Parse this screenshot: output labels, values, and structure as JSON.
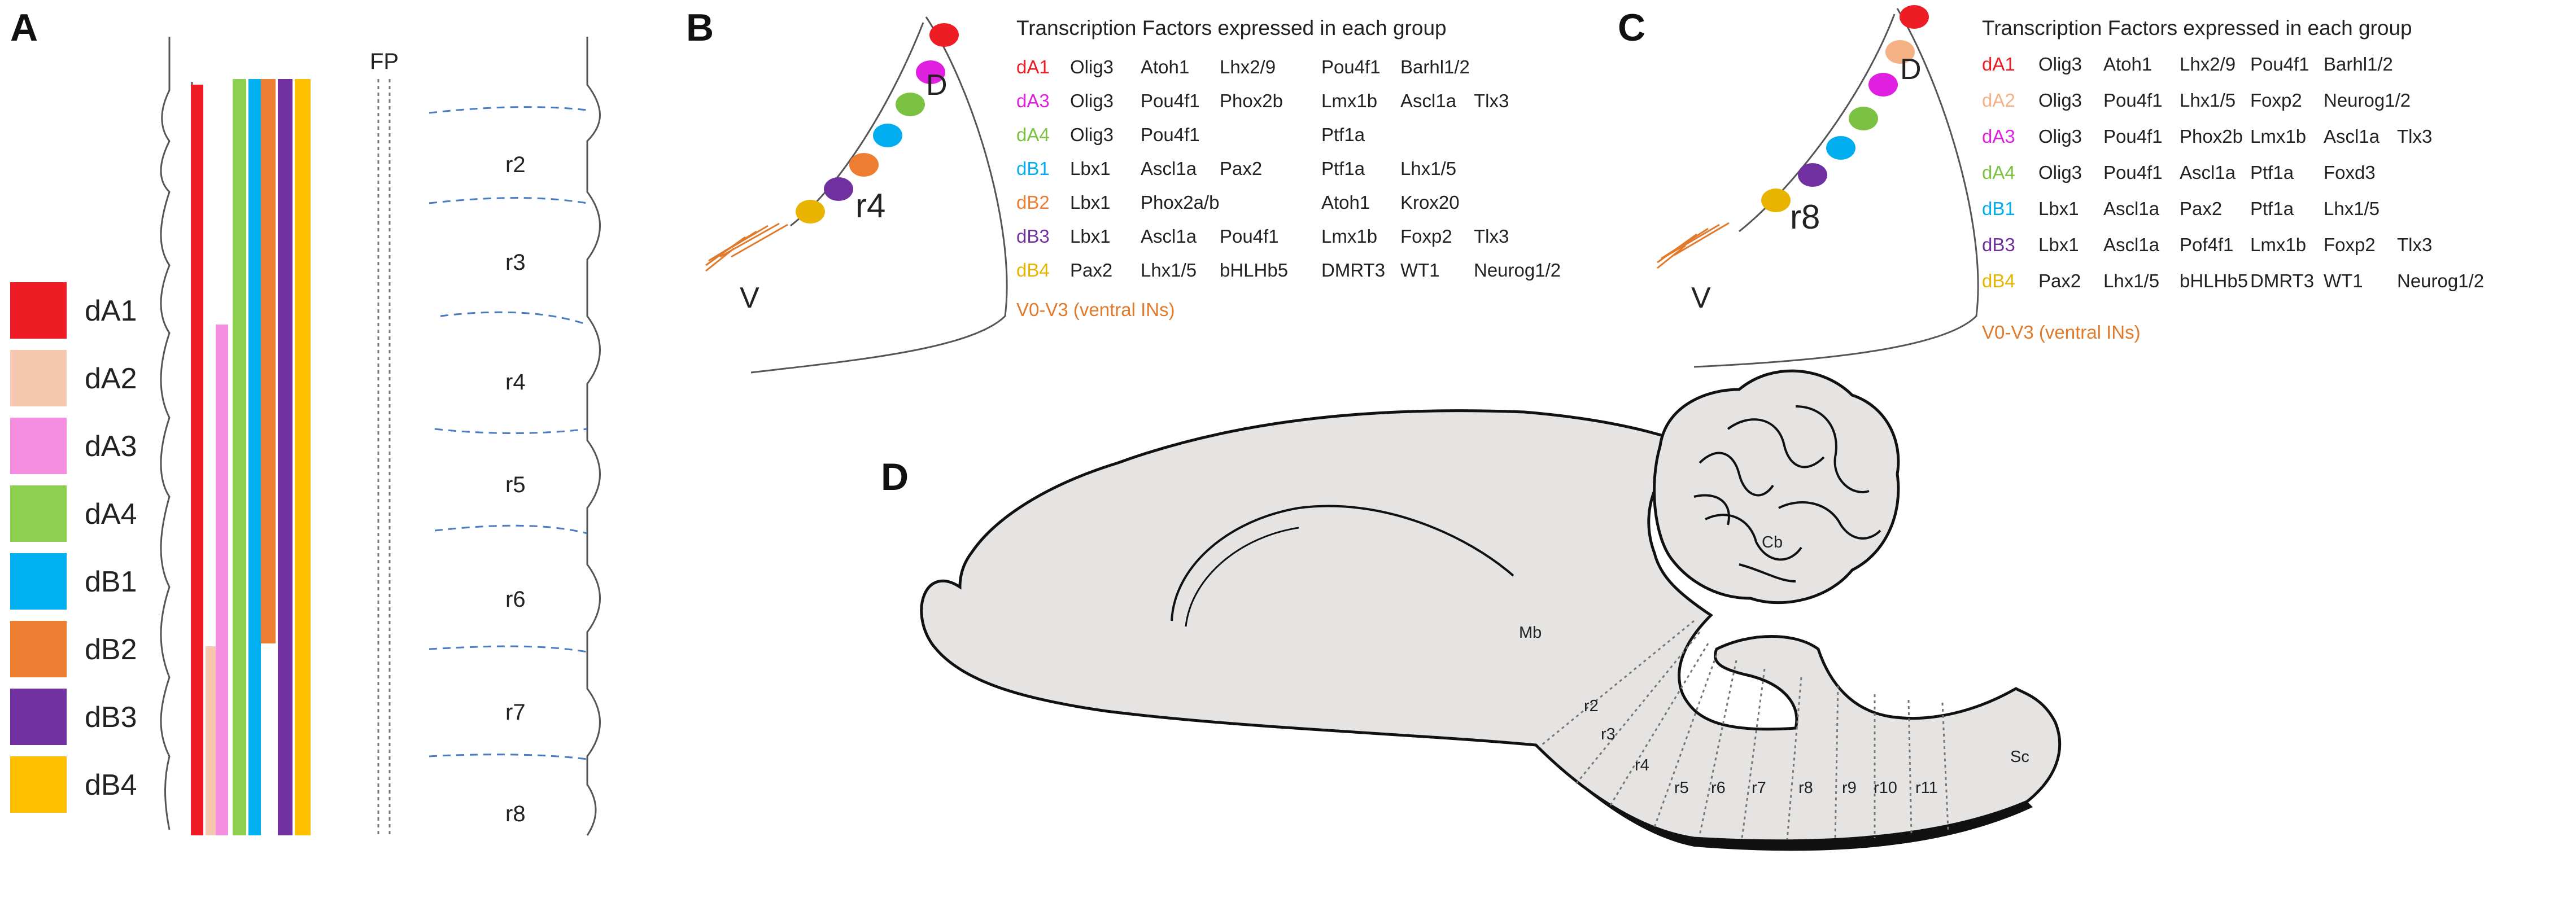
{
  "panels": {
    "A": {
      "letter": "A",
      "fp_label": "FP",
      "legend": [
        {
          "label": "dA1",
          "color": "#ee1c24"
        },
        {
          "label": "dA2",
          "color": "#f7c8b0"
        },
        {
          "label": "dA3",
          "color": "#f58ee0"
        },
        {
          "label": "dA4",
          "color": "#8dd04f"
        },
        {
          "label": "dB1",
          "color": "#00b0f0"
        },
        {
          "label": "dB2",
          "color": "#ed7d31"
        },
        {
          "label": "dB3",
          "color": "#7030a0"
        },
        {
          "label": "dB4",
          "color": "#ffc000"
        }
      ],
      "rhombomeres": [
        "r2",
        "r3",
        "r4",
        "r5",
        "r6",
        "r7",
        "r8"
      ]
    },
    "B": {
      "letter": "B",
      "section": "r4",
      "dorsal": "D",
      "ventral": "V",
      "heading": "Transcription Factors expressed in each group",
      "rows": [
        {
          "group": "dA1",
          "color": "#ee1c24",
          "tfs": [
            "Olig3",
            "Atoh1",
            "Lhx2/9",
            "Pou4f1",
            "Barhl1/2"
          ]
        },
        {
          "group": "dA3",
          "color": "#e020e0",
          "tfs": [
            "Olig3",
            "Pou4f1",
            "Phox2b",
            "Lmx1b",
            "Ascl1a",
            "Tlx3"
          ]
        },
        {
          "group": "dA4",
          "color": "#7cc242",
          "tfs": [
            "Olig3",
            "Pou4f1",
            "",
            "Ptf1a"
          ]
        },
        {
          "group": "dB1",
          "color": "#00aeef",
          "tfs": [
            "Lbx1",
            "Ascl1a",
            "Pax2",
            "Ptf1a",
            "Lhx1/5"
          ]
        },
        {
          "group": "dB2",
          "color": "#ed7d31",
          "tfs": [
            "Lbx1",
            "Phox2a/b",
            "",
            "Atoh1",
            "Krox20"
          ]
        },
        {
          "group": "dB3",
          "color": "#7030a0",
          "tfs": [
            "Lbx1",
            "Ascl1a",
            "Pou4f1",
            "Lmx1b",
            "Foxp2",
            "Tlx3"
          ]
        },
        {
          "group": "dB4",
          "color": "#e8b400",
          "tfs": [
            "Pax2",
            "Lhx1/5",
            "bHLHb5",
            "DMRT3",
            "WT1",
            "Neurog1/2"
          ]
        }
      ],
      "ventral_ins": "V0-V3 (ventral INs)"
    },
    "C": {
      "letter": "C",
      "section": "r8",
      "dorsal": "D",
      "ventral": "V",
      "heading": "Transcription Factors expressed in each group",
      "rows": [
        {
          "group": "dA1",
          "color": "#ee1c24",
          "tfs": [
            "Olig3",
            "Atoh1",
            "Lhx2/9",
            "Pou4f1",
            "Barhl1/2"
          ]
        },
        {
          "group": "dA2",
          "color": "#f4b183",
          "tfs": [
            "Olig3",
            "Pou4f1",
            "Lhx1/5",
            "Foxp2",
            "Neurog1/2"
          ]
        },
        {
          "group": "dA3",
          "color": "#e020e0",
          "tfs": [
            "Olig3",
            "Pou4f1",
            "Phox2b",
            "Lmx1b",
            "Ascl1a",
            "Tlx3"
          ]
        },
        {
          "group": "dA4",
          "color": "#7cc242",
          "tfs": [
            "Olig3",
            "Pou4f1",
            "Ascl1a",
            "Ptf1a",
            "Foxd3"
          ]
        },
        {
          "group": "dB1",
          "color": "#00aeef",
          "tfs": [
            "Lbx1",
            "Ascl1a",
            "Pax2",
            "Ptf1a",
            "Lhx1/5"
          ]
        },
        {
          "group": "dB3",
          "color": "#7030a0",
          "tfs": [
            "Lbx1",
            "Ascl1a",
            "Pof4f1",
            "Lmx1b",
            "Foxp2",
            "Tlx3"
          ]
        },
        {
          "group": "dB4",
          "color": "#e8b400",
          "tfs": [
            "Pax2",
            "Lhx1/5",
            "bHLHb5",
            "DMRT3",
            "WT1",
            "Neurog1/2"
          ]
        }
      ],
      "ventral_ins": "V0-V3 (ventral INs)"
    },
    "D": {
      "letter": "D",
      "labels": {
        "mb": "Mb",
        "cb": "Cb",
        "sc": "Sc"
      },
      "rhombomeres": [
        "r2",
        "r3",
        "r4",
        "r5",
        "r6",
        "r7",
        "r8",
        "r9",
        "r10",
        "r11"
      ]
    }
  }
}
